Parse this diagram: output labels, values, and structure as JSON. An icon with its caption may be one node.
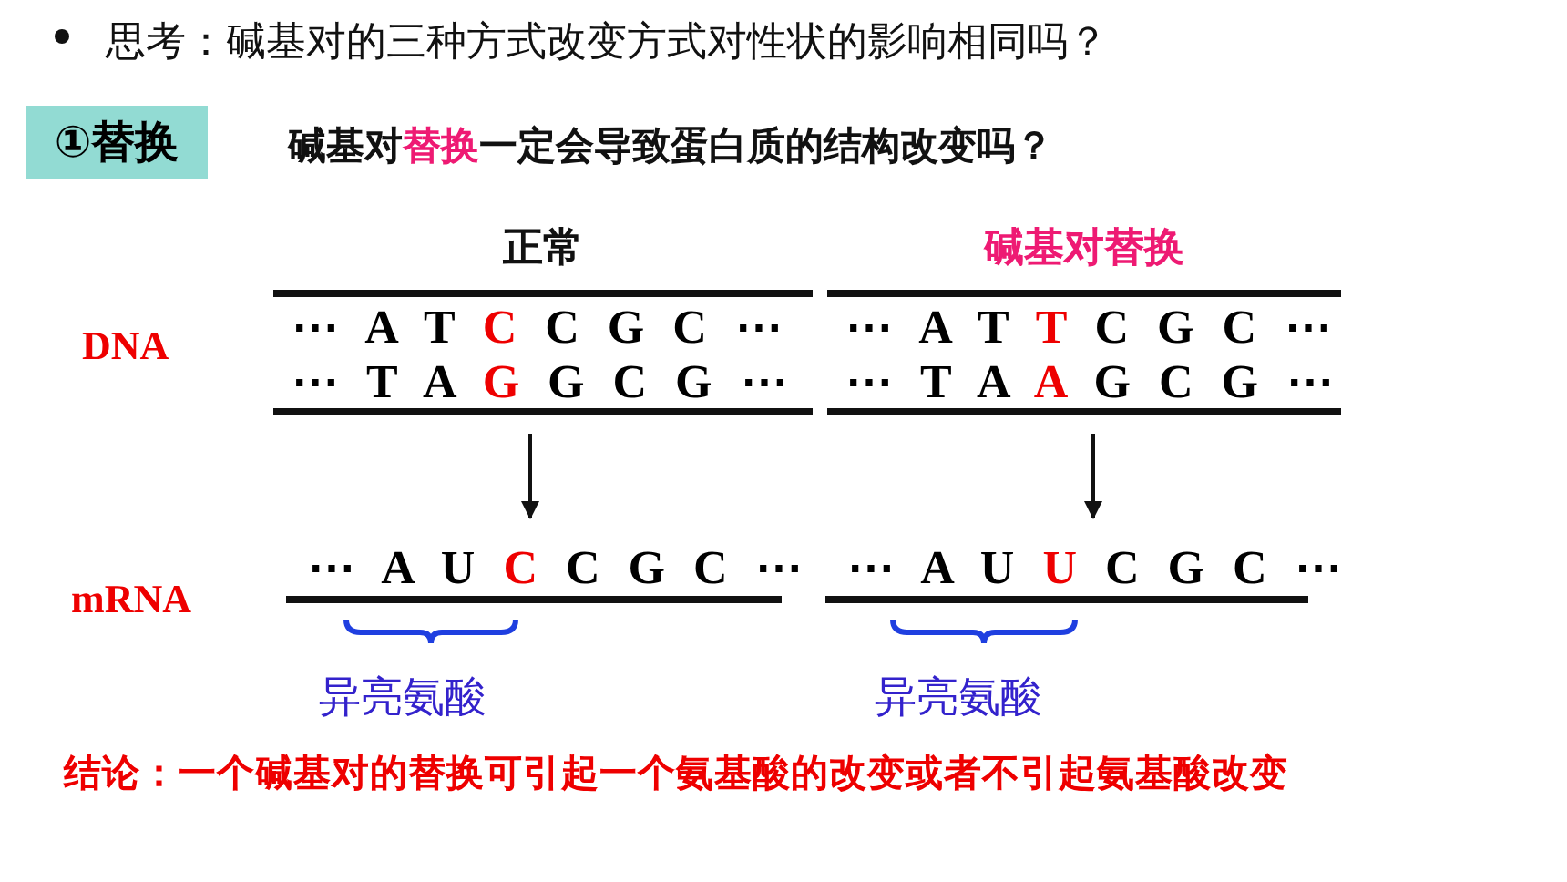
{
  "diagram": {
    "nodes": [
      {
        "text": [
          "①替换"
        ]
      },
      {
        "text": [
          "正常",
          "⋯ A T *C* C G C ⋯",
          "⋯ T A *G* G C G ⋯"
        ]
      },
      {
        "text": [
          "碱基对替换",
          "⋯ A T *T* C G C ⋯",
          "⋯ T A *A* G C G ⋯"
        ]
      },
      {
        "text": [
          "⋯ A U *C* C G C ⋯"
        ]
      },
      {
        "text": [
          "⋯ A U *U* C G C ⋯"
        ]
      }
    ],
    "edges": [
      {
        "from": 1,
        "to": 3,
        "arrow": "to"
      },
      {
        "from": 2,
        "to": 4,
        "arrow": "to"
      }
    ],
    "labels": [
      "思考：碱基对的三种方式改变方式对性状的影响相同吗？",
      "碱基对",
      "替换",
      "一定会导致蛋白质的结构改变吗？",
      "DNA",
      "mRNA",
      "异亮氨酸",
      "异亮氨酸",
      "结论：一个碱基对的替换可引起一个氨基酸的改变或者不引起氨基酸改变"
    ]
  }
}
